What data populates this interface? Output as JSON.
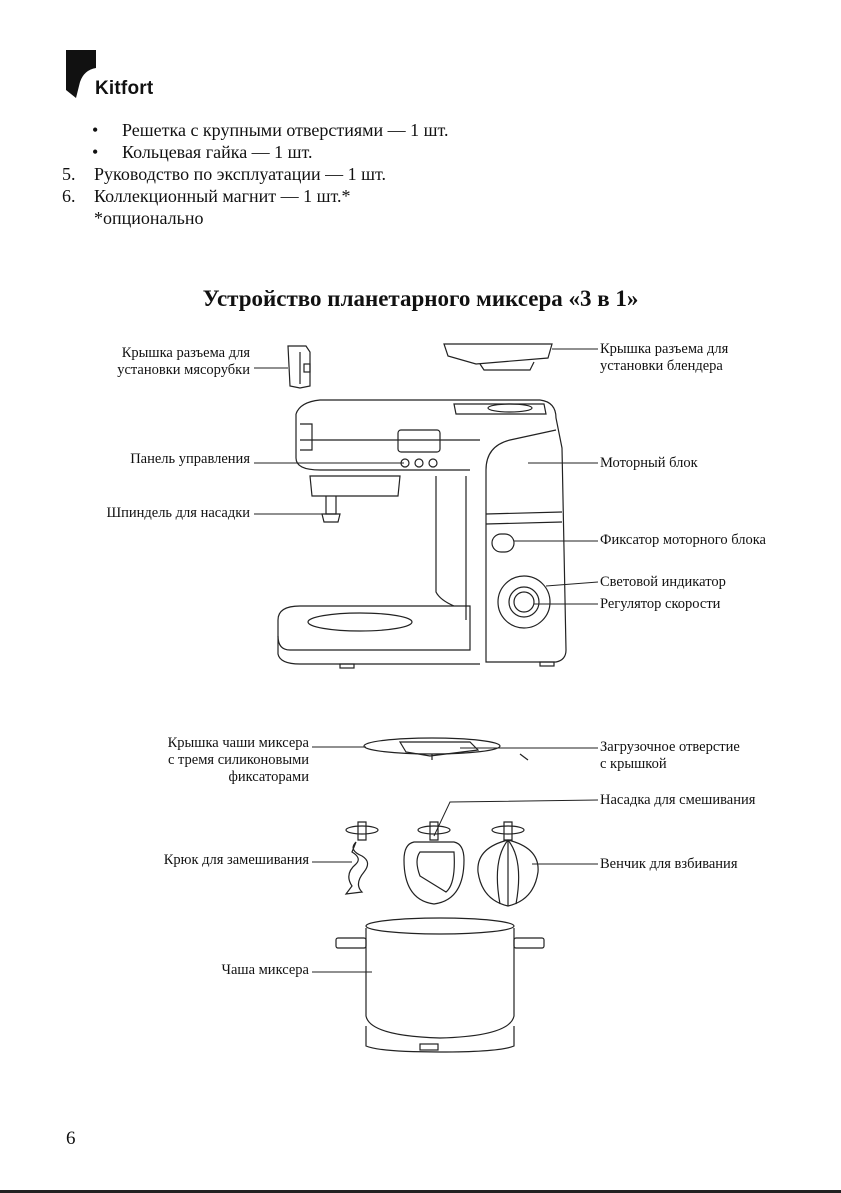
{
  "brand": {
    "name": "Kitfort"
  },
  "contents_list": [
    {
      "marker": "•",
      "text": "Решетка с крупными отверстиями — 1 шт."
    },
    {
      "marker": "•",
      "text": "Кольцевая гайка — 1 шт."
    },
    {
      "marker": "5.",
      "text": "Руководство по эксплуатации — 1 шт."
    },
    {
      "marker": "6.",
      "text": "Коллекционный магнит — 1 шт.*"
    },
    {
      "marker": "",
      "text": "*опционально"
    }
  ],
  "section": {
    "title": "Устройство планетарного миксера «3 в 1»"
  },
  "labels": {
    "grinder_cover": [
      "Крышка разъема для",
      "установки мясорубки"
    ],
    "blender_cover": [
      "Крышка разъема для",
      "установки блендера"
    ],
    "control_panel": "Панель управления",
    "motor_block": "Моторный блок",
    "spindle": "Шпиндель для насадки",
    "motor_lock": "Фиксатор моторного блока",
    "light_indicator": "Световой индикатор",
    "speed_regulator": "Регулятор скорости",
    "bowl_lid": [
      "Крышка чаши миксера",
      "с тремя силиконовыми",
      "фиксаторами"
    ],
    "feed_hole": [
      "Загрузочное отверстие",
      "с крышкой"
    ],
    "mixing_beater": "Насадка для смешивания",
    "dough_hook": "Крюк для замешивания",
    "whisk": "Венчик для взбивания",
    "bowl": "Чаша миксера"
  },
  "page_number": "6"
}
